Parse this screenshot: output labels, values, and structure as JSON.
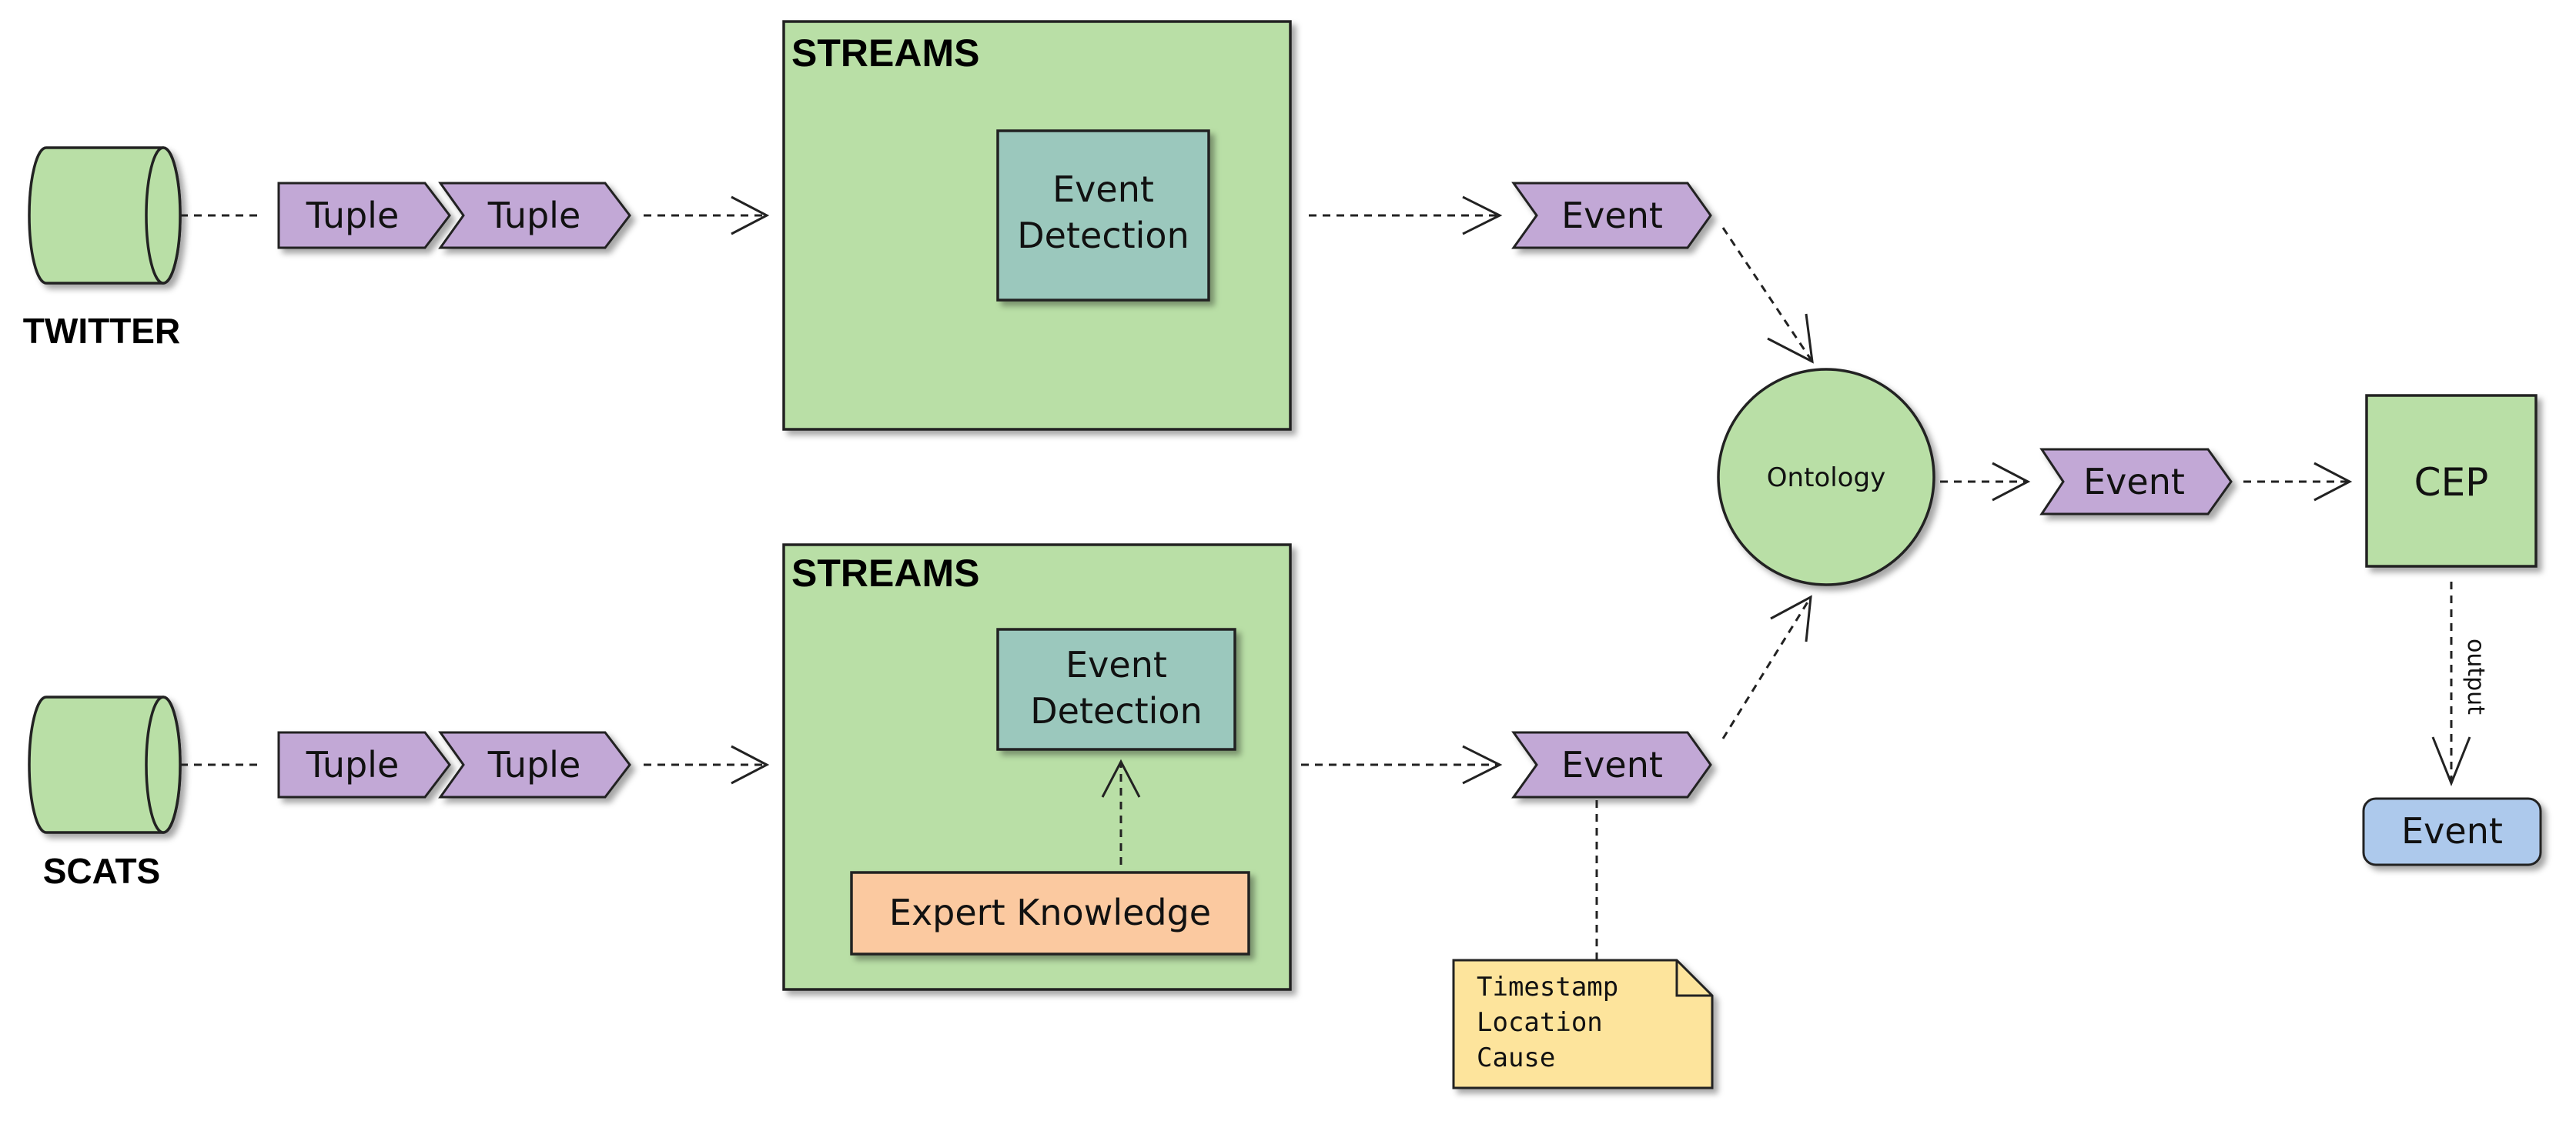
{
  "sources": {
    "twitter": "TWITTER",
    "scats": "SCATS"
  },
  "tuple_label": "Tuple",
  "streams_title": "STREAMS",
  "event_detection": [
    "Event",
    "Detection"
  ],
  "expert_knowledge": "Expert Knowledge",
  "event_label": "Event",
  "ontology": "Ontology",
  "cep": "CEP",
  "output_label": "output",
  "note_lines": [
    "Timestamp",
    "Location",
    "Cause"
  ],
  "colors": {
    "green": "#b9dfa6",
    "purple": "#c2a8d6",
    "teal": "#9bc8bd",
    "orange": "#fbc9a0",
    "yellow": "#fde49c",
    "blue": "#adc9ec"
  }
}
